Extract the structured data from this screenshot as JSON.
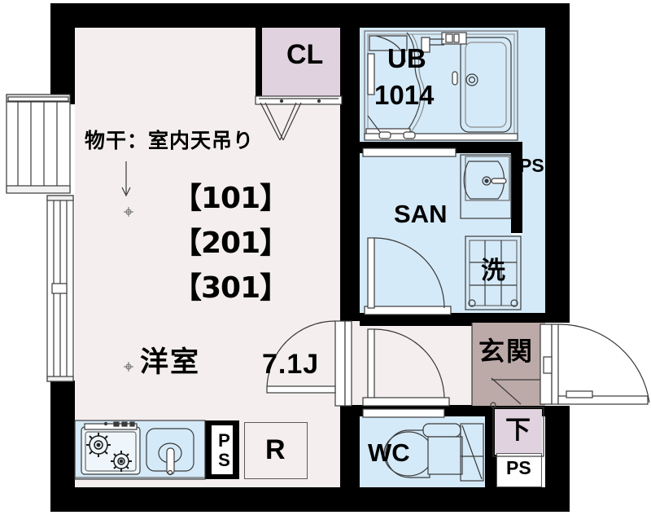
{
  "plan": {
    "type": "apartment-floor-plan",
    "unit_numbers": [
      "【101】",
      "【201】",
      "【301】"
    ],
    "room_area_label": "7.1J",
    "main_room_name": "洋室",
    "drying_note": "物干：室内天吊り"
  },
  "rooms": [
    {
      "key": "closet",
      "label": "CL",
      "color": "#e0d2de"
    },
    {
      "key": "unitbath",
      "label": "UB",
      "sublabel": "1014",
      "color": "#d5eaf8"
    },
    {
      "key": "sanitary",
      "label": "SAN",
      "color": "#d5eaf8"
    },
    {
      "key": "washer",
      "label": "洗",
      "color": "#d5eaf8"
    },
    {
      "key": "wc",
      "label": "WC",
      "color": "#d5eaf8"
    },
    {
      "key": "genkan",
      "label": "玄関",
      "color": "#bcaaa8"
    },
    {
      "key": "shoebox",
      "label": "下",
      "color": "#e0d2de"
    },
    {
      "key": "fridge",
      "label": "R",
      "color": "#f4efee"
    },
    {
      "key": "mainroom",
      "label": "洋室",
      "color": "#f4efee"
    }
  ],
  "pipe_spaces": [
    {
      "key": "ps-right",
      "label": "PS"
    },
    {
      "key": "ps-kitchen",
      "label": "PS"
    },
    {
      "key": "ps-entry",
      "label": "PS"
    }
  ],
  "labels": {
    "cl": "CL",
    "ub": "UB",
    "ub_size": "1014",
    "san": "SAN",
    "sen": "洗",
    "wc": "WC",
    "genkan": "玄関",
    "shita": "下",
    "fridge": "R",
    "ps": "PS",
    "room_name": "洋室",
    "room_area": "7.1J",
    "unit1": "【101】",
    "unit2": "【201】",
    "unit3": "【301】",
    "drying": "物干：室内天吊り"
  },
  "colors": {
    "wall": "#000000",
    "room_floor": "#f4efee",
    "wet_floor": "#d5eaf8",
    "closet_floor": "#e0d2de",
    "genkan_floor": "#bcaaa8",
    "line": "#5a5a5a",
    "background": "#ffffff"
  },
  "fixtures": [
    {
      "key": "gas-stove",
      "burners": 2
    },
    {
      "key": "kitchen-sink",
      "count": 1
    },
    {
      "key": "bathtub",
      "count": 1
    },
    {
      "key": "vanity-sink",
      "count": 1
    },
    {
      "key": "toilet",
      "count": 1
    },
    {
      "key": "washer-pan",
      "count": 1
    },
    {
      "key": "balcony-window",
      "count": 1
    },
    {
      "key": "sliding-door",
      "count": 1
    },
    {
      "key": "entry-door",
      "count": 1
    }
  ]
}
